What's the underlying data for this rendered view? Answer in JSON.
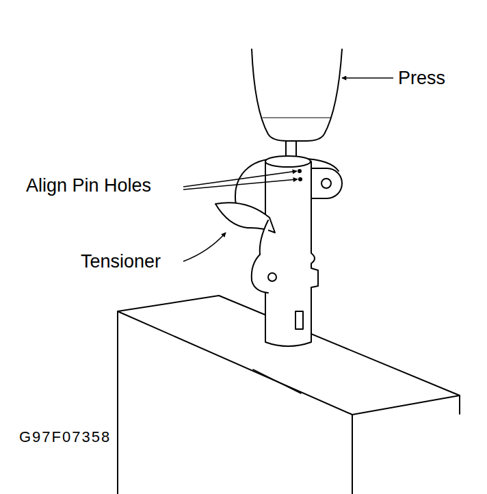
{
  "diagram": {
    "labels": [
      "Press",
      "Align Pin Holes",
      "Tensioner",
      "G97F07358"
    ]
  }
}
